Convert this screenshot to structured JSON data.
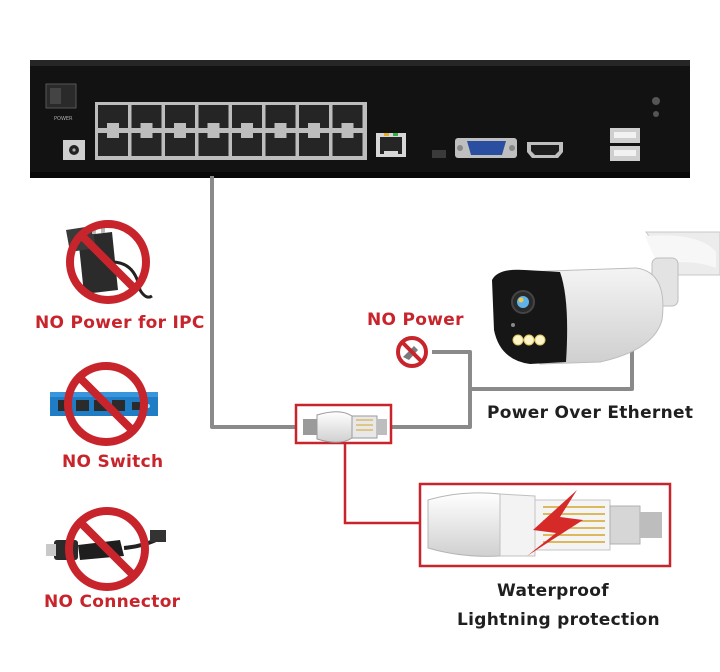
{
  "labels": {
    "no_power_ipc": "NO Power for IPC",
    "no_switch": "NO Switch",
    "no_connector": "NO Connector",
    "no_power": "NO Power",
    "poe": "Power Over Ethernet",
    "waterproof": "Waterproof",
    "lightning": "Lightning protection"
  },
  "colors": {
    "accent_red": "#c8242b",
    "cable_gray": "#8a8a8a",
    "device_black": "#121212",
    "text_dark": "#1f1f1f"
  },
  "icons": {
    "prohibited": "prohibited-icon",
    "power_adapter": "power-adapter-icon",
    "network_switch": "network-switch-icon",
    "connector": "poe-splitter-icon",
    "camera": "bullet-camera-icon",
    "lightning": "lightning-bolt-icon"
  }
}
